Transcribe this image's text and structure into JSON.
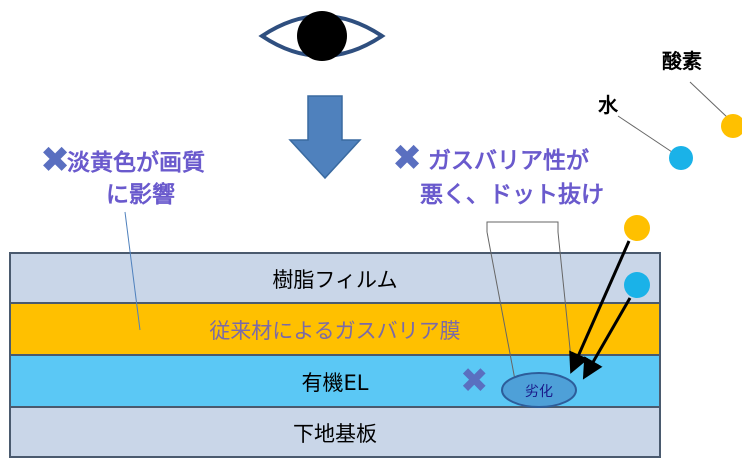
{
  "labels": {
    "oxygen": "酸素",
    "water": "水",
    "yellowing_line1": "淡黄色が画質",
    "yellowing_line2": "に影響",
    "barrier_line1": "ガスバリア性が",
    "barrier_line2": "悪く、ドット抜け",
    "degradation": "劣化"
  },
  "layers": {
    "resin_film": "樹脂フィルム",
    "barrier_film": "従来材によるガスバリア膜",
    "organic_el": "有機EL",
    "base_substrate": "下地基板"
  },
  "icons": {
    "eye": "eye-icon",
    "arrow": "down-arrow-icon",
    "cross": "x-mark-icon"
  },
  "colors": {
    "resin_film": "#c9d6e8",
    "barrier_film": "#ffc000",
    "organic_el": "#5bc8f5",
    "base_substrate": "#c9d6e8",
    "layer_border": "#4a5a6e",
    "label_purple": "#6a5acd",
    "cross": "#5a6fc0",
    "oxygen": "#ffc000",
    "water": "#1ab2e8",
    "arrow": "#4f81bd",
    "degradation_fill": "#4ea0d8",
    "degradation_stroke": "#2d5d9a"
  }
}
